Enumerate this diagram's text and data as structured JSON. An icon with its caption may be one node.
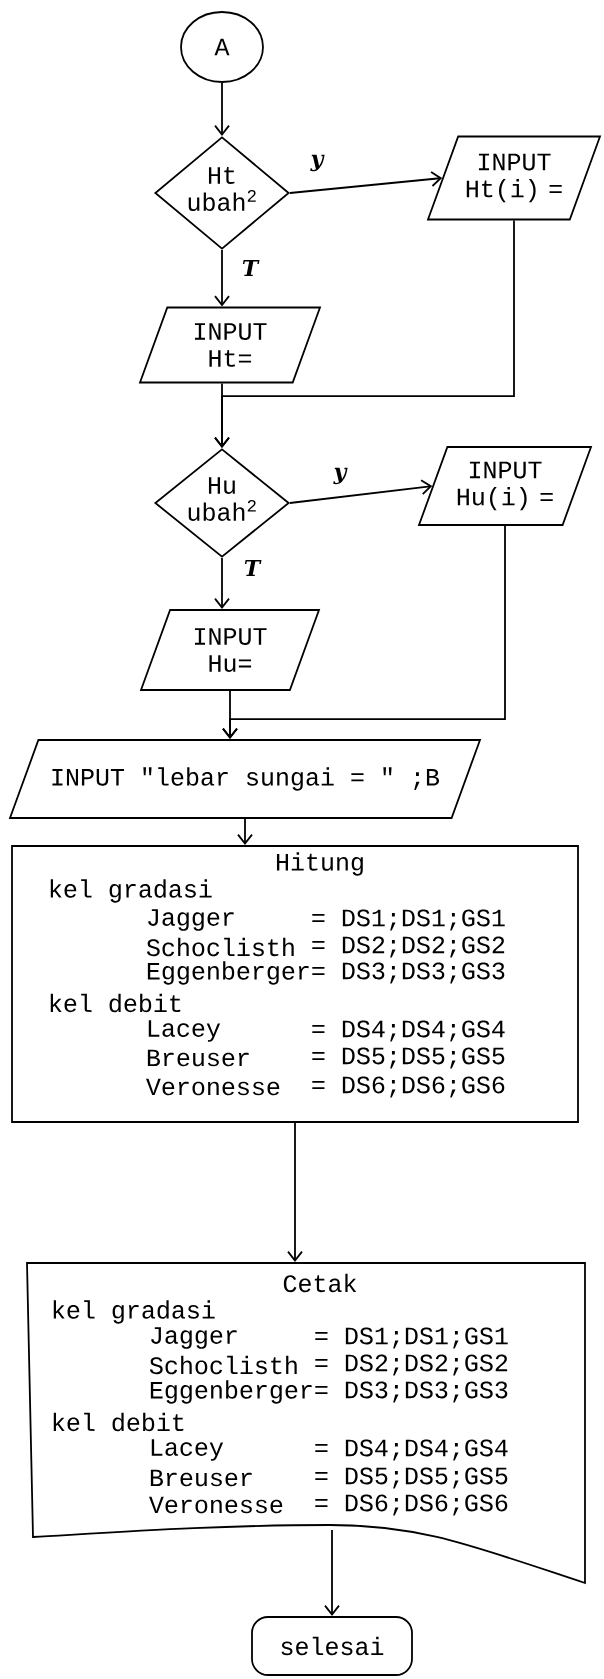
{
  "diagram": {
    "nodes": [
      {
        "text": [
          "A"
        ]
      },
      {
        "text": [
          "Ht ubah$^{2}$"
        ]
      },
      {
        "text": [
          "INPUT Ht(i) ="
        ]
      },
      {
        "text": [
          "INPUT Ht="
        ]
      },
      {
        "text": [
          "Hu ubah$^{2}$"
        ]
      },
      {
        "text": [
          "INPUT Hu(i) ="
        ]
      },
      {
        "text": [
          "INPUT Hu="
        ]
      },
      {
        "text": [
          "INPUT \"lebar sungai = \" ;B"
        ]
      },
      {
        "text": [
          "Hitung",
          "kel gradasi",
          "Jagger",
          "= DS1;DS1;GS1",
          "Schoclisth",
          "= DS2;DS2;GS2",
          "Eggenberger",
          "= DS3;DS3;GS3",
          "kel debit",
          "Lacey",
          "= DS4;DS4;GS4",
          "Breuser",
          "= DS5;DS5;GS5",
          "Veronesse",
          "= DS6;DS6;GS6"
        ]
      },
      {
        "text": [
          "Cetak",
          "kel gradasi",
          "Jagger",
          "= DS1;DS1;GS1",
          "Schoclisth",
          "= DS2;DS2;GS2",
          "Eggenberger",
          "= DS3;DS3;GS3",
          "kel debit",
          "Lacey",
          "= DS4;DS4;GS4",
          "Breuser",
          "= DS5;DS5;GS5",
          "Veronesse",
          "= DS6;DS6;GS6"
        ]
      },
      {
        "text": [
          "selesai"
        ]
      }
    ],
    "edges": [
      {
        "from": 0,
        "to": 1,
        "arrow": "to"
      },
      {
        "from": 1,
        "to": 2,
        "arrow": "to",
        "label": "y"
      },
      {
        "from": 1,
        "to": 3,
        "arrow": "to",
        "label": "T"
      },
      {
        "from": 3,
        "to": 4,
        "arrow": "to"
      },
      {
        "from": 2,
        "to": 4,
        "arrow": "to"
      },
      {
        "from": 4,
        "to": 5,
        "arrow": "to",
        "label": "y"
      },
      {
        "from": 4,
        "to": 6,
        "arrow": "to",
        "label": "T"
      },
      {
        "from": 6,
        "to": 7,
        "arrow": "to"
      },
      {
        "from": 5,
        "to": 7,
        "arrow": "to"
      },
      {
        "from": 7,
        "to": 8,
        "arrow": "to"
      },
      {
        "from": 8,
        "to": 9,
        "arrow": "to"
      },
      {
        "from": 9,
        "to": 10,
        "arrow": "to"
      }
    ]
  }
}
